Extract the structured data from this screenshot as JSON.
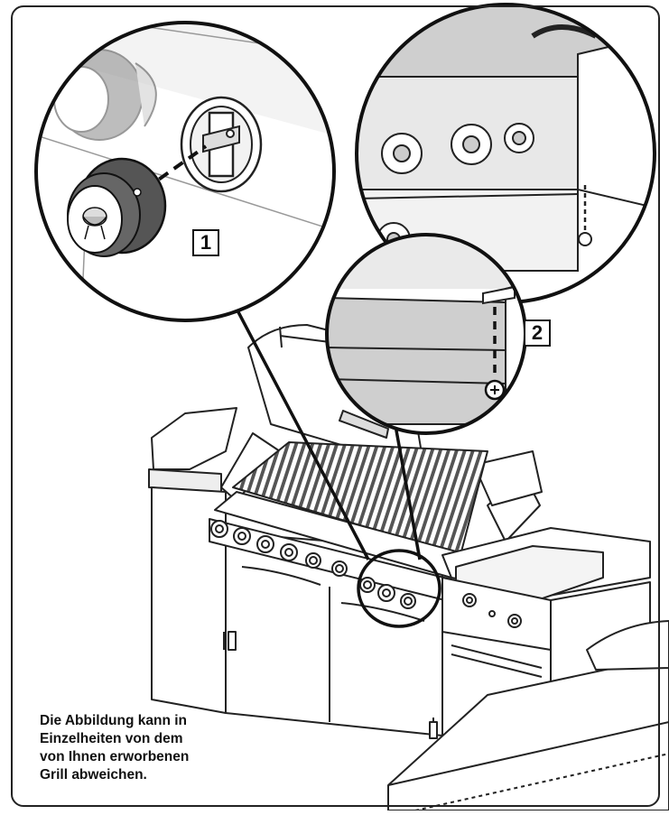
{
  "figure": {
    "step_labels": [
      "1",
      "2"
    ],
    "caption_lines": [
      "Die Abbildung kann in",
      "Einzelheiten von dem",
      "von Ihnen erworbenen",
      "Grill abweichen."
    ]
  }
}
